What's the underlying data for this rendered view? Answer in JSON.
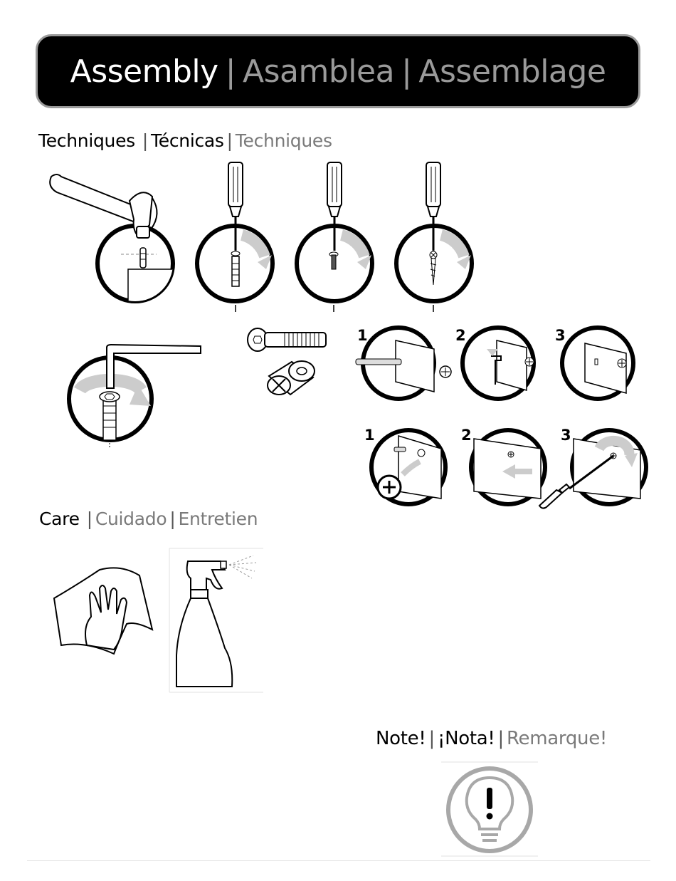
{
  "banner": {
    "en": "Assembly",
    "sep1": "|",
    "es": "Asamblea",
    "sep2": "|",
    "fr": "Assemblage"
  },
  "techniques": {
    "en": "Techniques",
    "sep1": "|",
    "es": "Técnicas",
    "sep2": "|",
    "fr": "Techniques"
  },
  "care": {
    "en": "Care",
    "sep1": "|",
    "es": "Cuidado",
    "sep2": "|",
    "fr": "Entretien"
  },
  "note": {
    "en": "Note!",
    "sep1": "|",
    "es": "¡Nota!",
    "sep2": "|",
    "fr": "Remarque!"
  },
  "steps_row1": [
    "1",
    "2",
    "3"
  ],
  "steps_row2": [
    "1",
    "2",
    "3"
  ],
  "icons": {
    "hammer": "hammer-icon",
    "screwdriver": "screwdriver-icon",
    "allen_key": "allen-key-icon",
    "bolt": "bolt-icon",
    "barrel_nut": "barrel-nut-icon",
    "cloth_hand": "cloth-hand-icon",
    "spray_bottle": "spray-bottle-icon",
    "lightbulb": "lightbulb-icon"
  },
  "colors": {
    "banner_bg": "#000000",
    "banner_border": "#9a9a9a",
    "secondary_text": "#7a7a7a",
    "note_icon": "#a8a8a8"
  }
}
